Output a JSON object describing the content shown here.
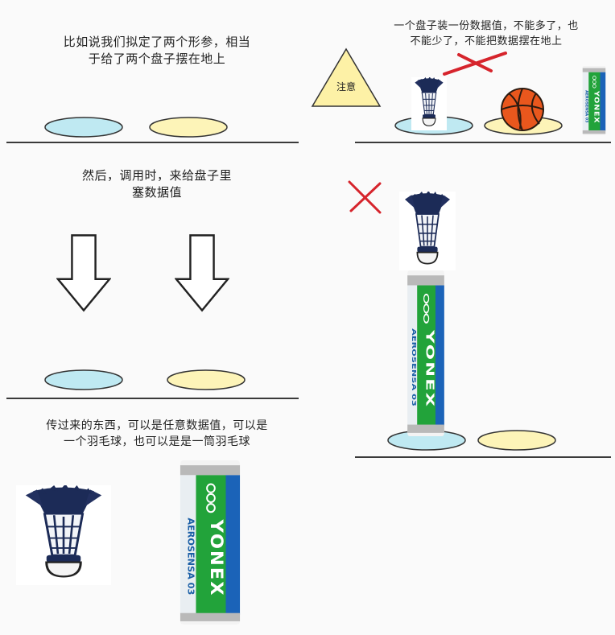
{
  "panel1": {
    "caption_line1": "比如说我们拟定了两个形参，相当",
    "caption_line2": "于给了两个盘子摆在地上"
  },
  "panel2": {
    "caption_line1": "然后，调用时，来给盘子里",
    "caption_line2": "塞数据值"
  },
  "panel3": {
    "caption_line1": "传过来的东西，可以是任意数据值，可以是",
    "caption_line2": "一个羽毛球，也可以是是一筒羽毛球"
  },
  "note": {
    "label": "注意",
    "caption_line1": "一个盘子装一份数据值，不能多了，也",
    "caption_line2": "不能少了，不能把数据摆在地上"
  },
  "brand": {
    "name": "YONEX",
    "model": "AEROSENSA 03"
  },
  "colors": {
    "plate_blue": "#bfe9f2",
    "plate_yellow": "#fdf4b8",
    "wrong_red": "#d6242c",
    "triangle_fill": "#fdf1a6",
    "tube_green": "#22a33a",
    "tube_blue": "#1b63b8"
  },
  "icons": [
    "shuttlecock-icon",
    "shuttle-tube-icon",
    "basketball-icon",
    "down-arrow-icon",
    "cross-mark-icon",
    "warning-triangle-icon"
  ]
}
